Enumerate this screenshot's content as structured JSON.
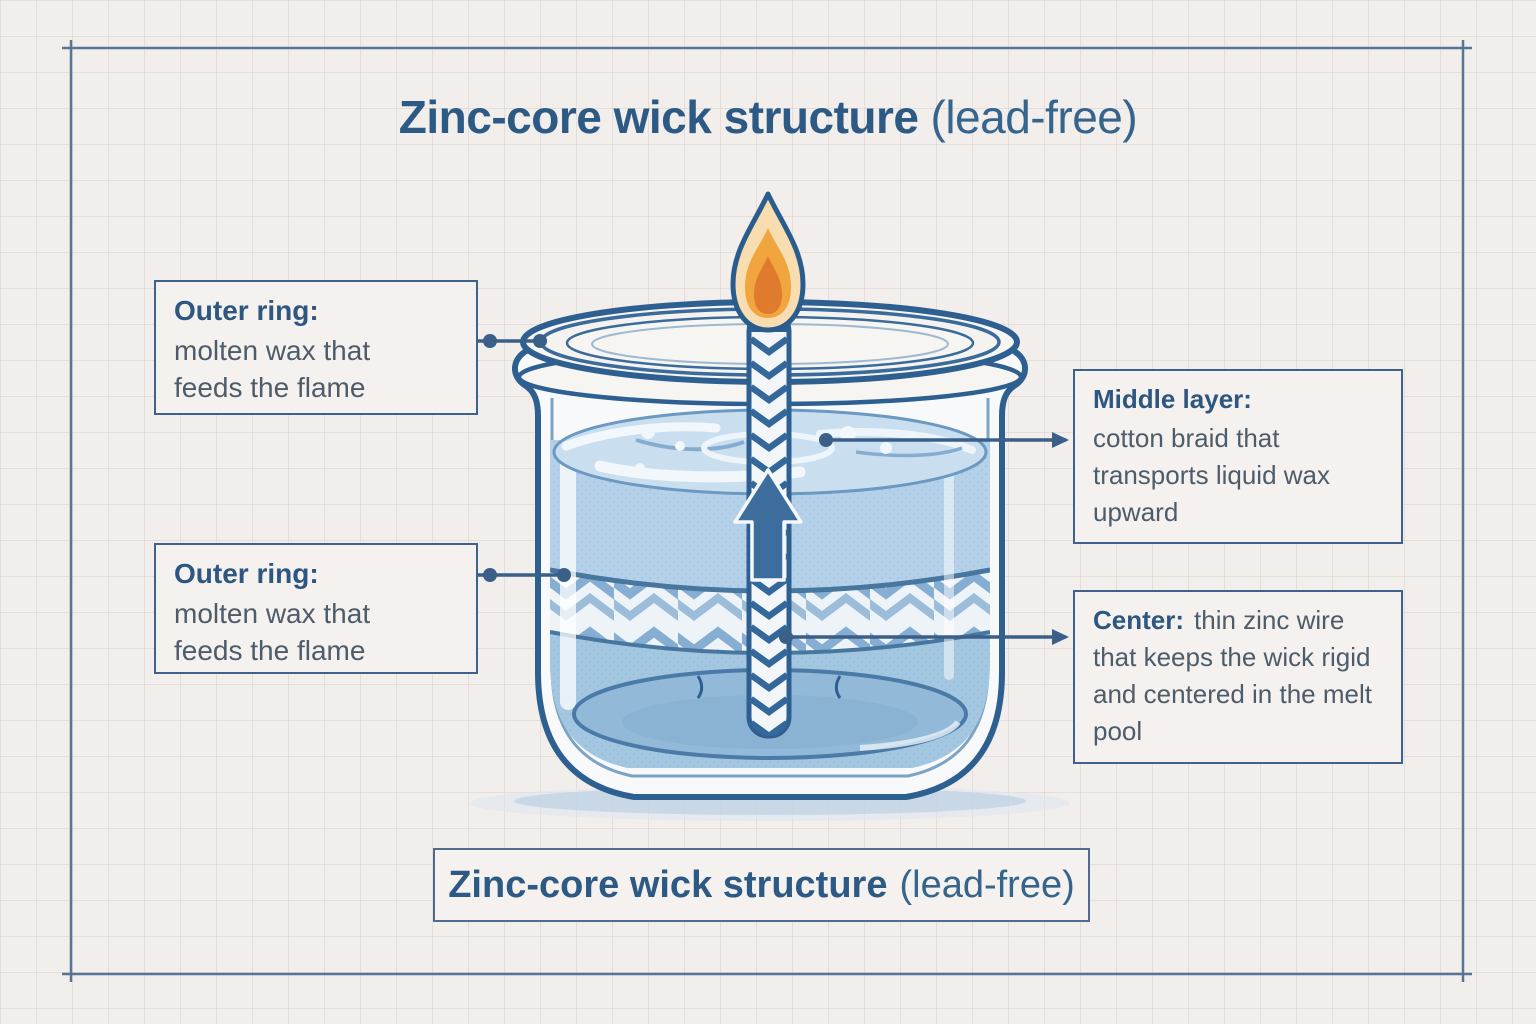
{
  "page": {
    "background_color": "#f1eeeb",
    "frame_color": "#46698f",
    "grid": "light graph-paper grid"
  },
  "title": {
    "main": "Zinc-core wick structure",
    "suffix": "(lead-free)"
  },
  "bottom_label": {
    "main": "Zinc-core wick structure",
    "suffix": "(lead-free)"
  },
  "callouts": {
    "outer_ring_top": {
      "heading": "Outer ring:",
      "body": "molten wax that\nfeeds the flame"
    },
    "outer_ring_bottom": {
      "heading": "Outer ring:",
      "body": "molten wax that\nfeeds the flame"
    },
    "middle_layer": {
      "heading": "Middle layer:",
      "body": "cotton braid that\ntransports liquid wax\nupward"
    },
    "center": {
      "heading": "Center:",
      "body": "thin zinc wire\nthat keeps the wick rigid\nand centered in the melt\npool"
    }
  },
  "illustration": {
    "subject": "lead-free zinc-core wick candle in a glass jar",
    "icons": [
      "flame-icon",
      "upward-arrow-icon",
      "braided-wick-graphic",
      "glass-jar-graphic"
    ],
    "colors": {
      "heading_text": "#2d5780",
      "body_text": "#4d5c6b",
      "jar_outline": "#2e5f91",
      "wax_fill": "#b2d0e8",
      "melt_pool": "#c9dff0",
      "flame_outer": "#f7ddb0",
      "flame_mid": "#f1a53f",
      "flame_inner": "#e07b2e",
      "arrow_fill": "#3c6d9c",
      "connector_line": "#3a5f88"
    }
  }
}
